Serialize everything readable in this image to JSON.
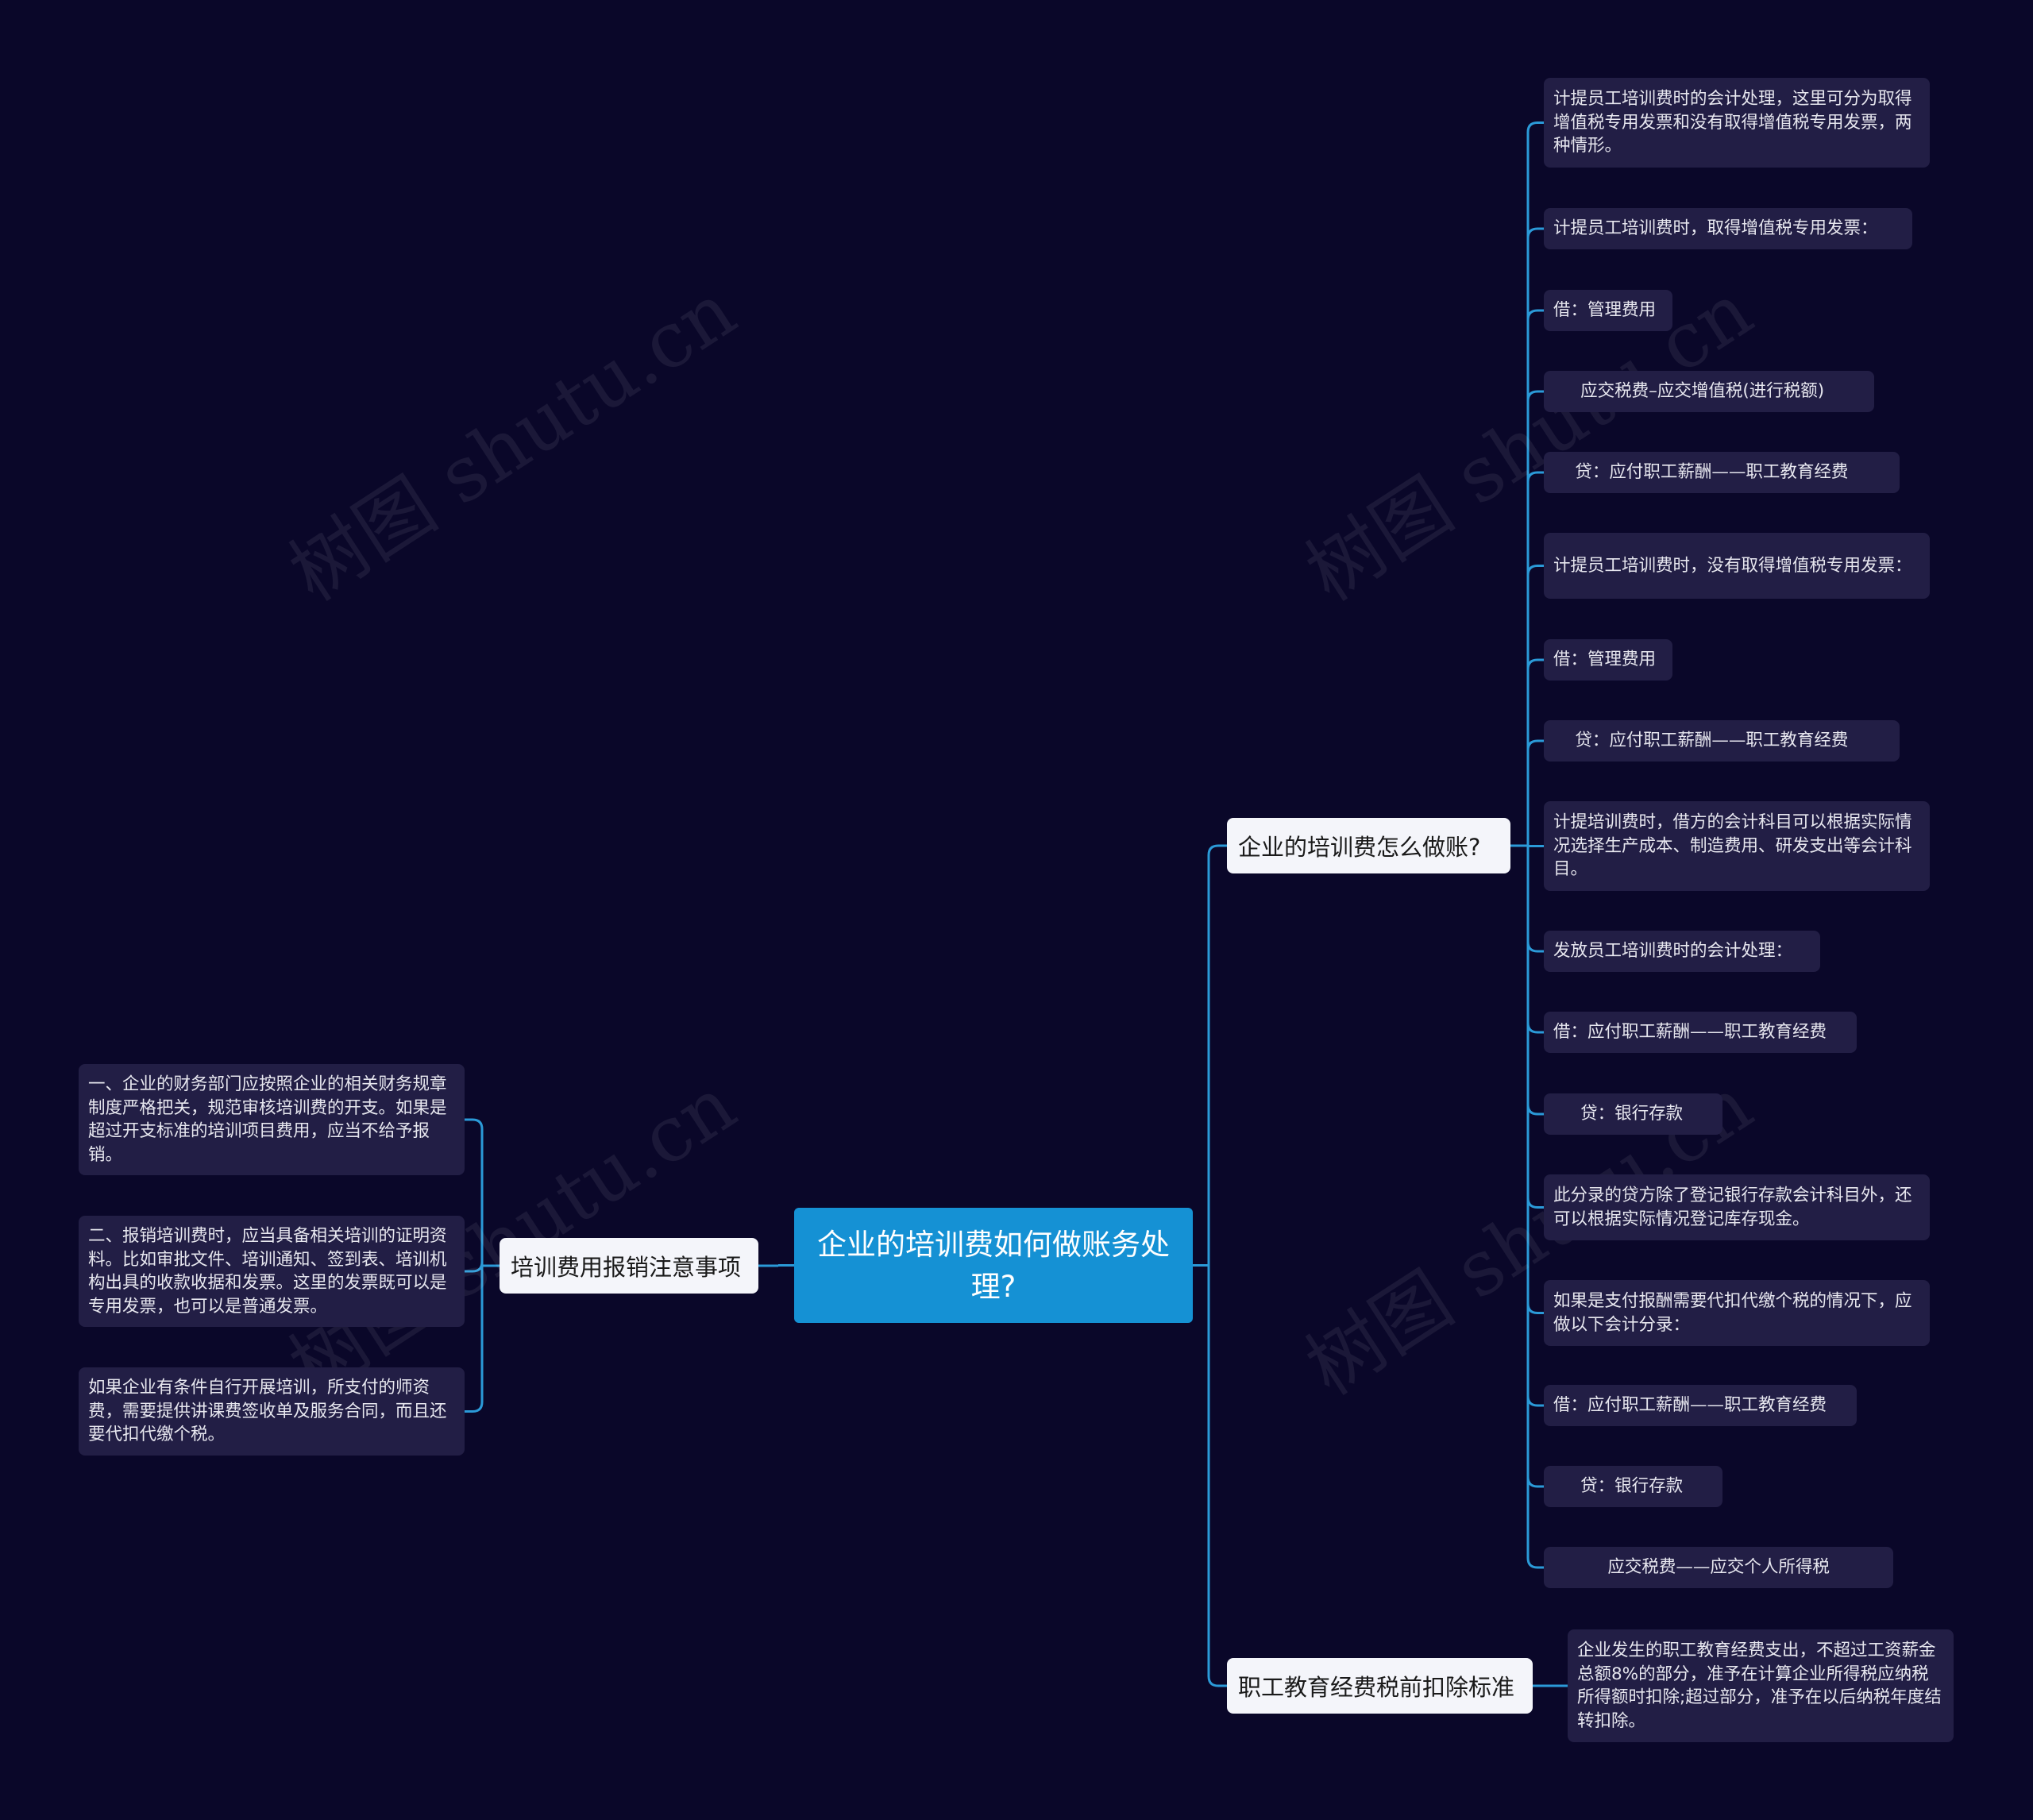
{
  "watermark": "树图 shutu.cn",
  "colors": {
    "background": "#0a0729",
    "root_fill": "#1591d4",
    "branch_fill": "#f4f5fa",
    "leaf_fill": "#221e45",
    "connector": "#2b9ad8"
  },
  "root": {
    "label": "企业的培训费如何做账务处理?"
  },
  "branches": {
    "accounting": {
      "label": "企业的培训费怎么做账?",
      "items": [
        "计提员工培训费时的会计处理，这里可分为取得增值税专用发票和没有取得增值税专用发票，两种情形。",
        "计提员工培训费时，取得增值税专用发票：",
        "借：管理费用",
        "     应交税费–应交增值税(进行税额)",
        "    贷：应付职工薪酬——职工教育经费",
        "计提员工培训费时，没有取得增值税专用发票：",
        "借：管理费用",
        "    贷：应付职工薪酬——职工教育经费",
        "计提培训费时，借方的会计科目可以根据实际情况选择生产成本、制造费用、研发支出等会计科目。",
        "发放员工培训费时的会计处理：",
        "借：应付职工薪酬——职工教育经费",
        "     贷：银行存款",
        "此分录的贷方除了登记银行存款会计科目外，还可以根据实际情况登记库存现金。",
        "如果是支付报酬需要代扣代缴个税的情况下，应做以下会计分录：",
        "借：应付职工薪酬——职工教育经费",
        "     贷：银行存款",
        "          应交税费——应交个人所得税"
      ]
    },
    "deduction": {
      "label": "职工教育经费税前扣除标准",
      "items": [
        "企业发生的职工教育经费支出，不超过工资薪金总额8%的部分，准予在计算企业所得税应纳税所得额时扣除;超过部分，准予在以后纳税年度结转扣除。"
      ]
    },
    "reimbursement": {
      "label": "培训费用报销注意事项",
      "items": [
        "一、企业的财务部门应按照企业的相关财务规章制度严格把关，规范审核培训费的开支。如果是超过开支标准的培训项目费用，应当不给予报销。",
        "二、报销培训费时，应当具备相关培训的证明资料。比如审批文件、培训通知、签到表、培训机构出具的收款收据和发票。这里的发票既可以是专用发票，也可以是普通发票。",
        "如果企业有条件自行开展培训，所支付的师资费，需要提供讲课费签收单及服务合同，而且还要代扣代缴个税。"
      ]
    }
  }
}
